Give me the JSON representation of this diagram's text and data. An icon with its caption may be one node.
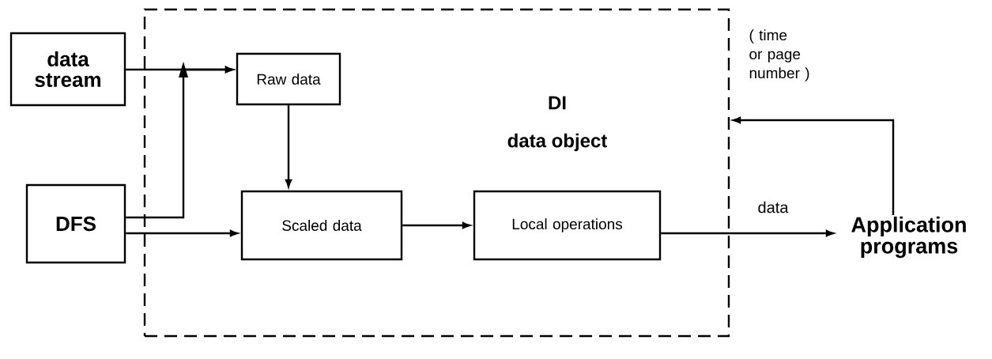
{
  "diagram": {
    "nodes": [
      {
        "text": [
          "DI",
          "data object"
        ]
      },
      {
        "text": [
          "data stream"
        ]
      },
      {
        "text": [
          "DFS"
        ]
      },
      {
        "text": [
          "Raw data"
        ],
        "in": 0
      },
      {
        "text": [
          "Scaled data"
        ],
        "in": 0
      },
      {
        "text": [
          "Local operations"
        ],
        "in": 0
      },
      {
        "text": [
          "Application programs"
        ]
      }
    ],
    "edges": [
      {
        "from": 1,
        "to": 3,
        "arrow": "to"
      },
      {
        "from": 2,
        "to": 3,
        "arrow": "to"
      },
      {
        "from": 2,
        "to": 4,
        "arrow": "to"
      },
      {
        "from": 3,
        "to": 4,
        "arrow": "to"
      },
      {
        "from": 4,
        "to": 5,
        "arrow": "to"
      },
      {
        "from": 5,
        "to": 6,
        "arrow": "to",
        "label": "data"
      },
      {
        "from": 6,
        "to": 0,
        "arrow": "to",
        "label": "( time or page number )"
      }
    ]
  }
}
